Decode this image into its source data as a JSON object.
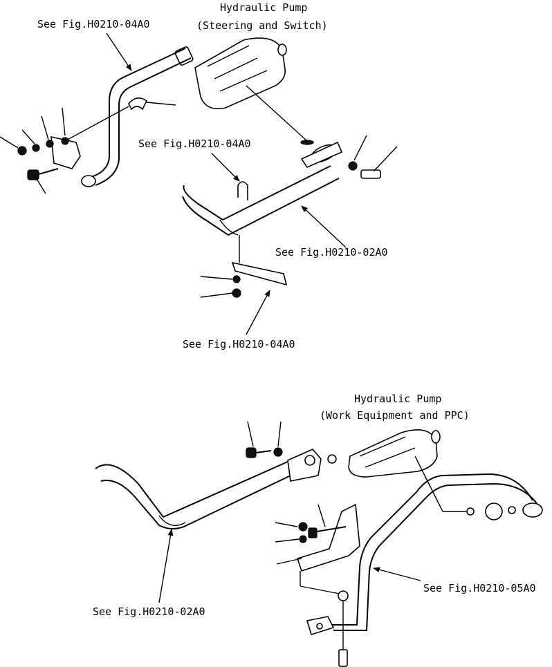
{
  "top": {
    "pump_title": "Hydraulic Pump",
    "pump_subtitle": "(Steering and Switch)",
    "refs": [
      "See Fig.H0210-04A0",
      "See Fig.H0210-04A0",
      "See Fig.H0210-02A0",
      "See Fig.H0210-04A0"
    ]
  },
  "bottom": {
    "pump_title": "Hydraulic Pump",
    "pump_subtitle": "(Work Equipment and PPC)",
    "refs": [
      "See Fig.H0210-02A0",
      "See Fig.H0210-05A0"
    ]
  }
}
